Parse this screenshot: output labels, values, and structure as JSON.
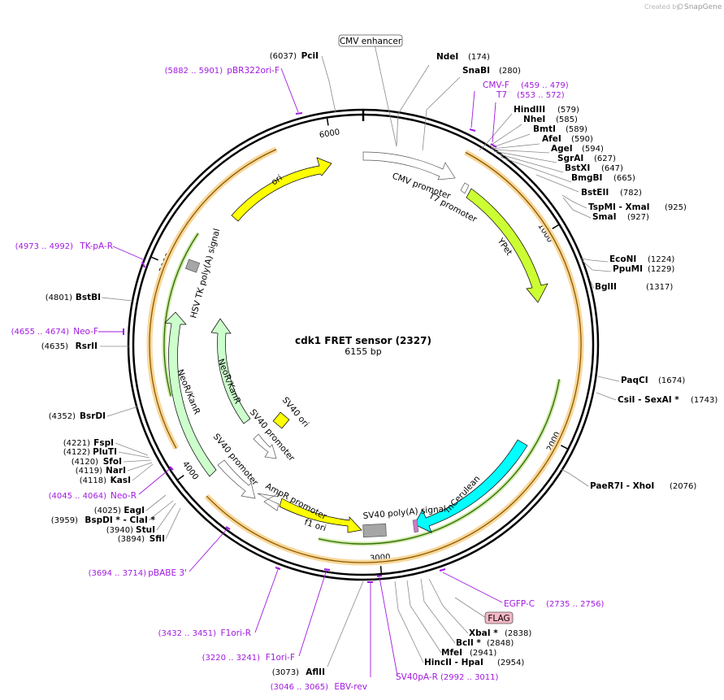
{
  "watermark": {
    "text": "Created by",
    "brand": "SnapGene"
  },
  "plasmid": {
    "name": "cdk1 FRET sensor (2327)",
    "length_label": "6155 bp",
    "length": 6155
  },
  "ticks": [
    {
      "bp": 1000,
      "label": "1000"
    },
    {
      "bp": 2000,
      "label": "2000"
    },
    {
      "bp": 3000,
      "label": "3000"
    },
    {
      "bp": 4000,
      "label": "4000"
    },
    {
      "bp": 5000,
      "label": "5000"
    },
    {
      "bp": 6000,
      "label": "6000"
    }
  ],
  "sites_right": [
    {
      "name": "NdeI",
      "pos": "(174)"
    },
    {
      "name": "SnaBI",
      "pos": "(280)"
    },
    {
      "name": "HindIII",
      "pos": "(579)"
    },
    {
      "name": "NheI",
      "pos": "(585)"
    },
    {
      "name": "BmtI",
      "pos": "(589)"
    },
    {
      "name": "AfeI",
      "pos": "(590)"
    },
    {
      "name": "AgeI",
      "pos": "(594)"
    },
    {
      "name": "SgrAI",
      "pos": "(627)"
    },
    {
      "name": "BstXI",
      "pos": "(647)"
    },
    {
      "name": "BmgBI",
      "pos": "(665)"
    },
    {
      "name": "BstEII",
      "pos": "(782)"
    },
    {
      "name": "TspMI  - XmaI",
      "pos": "(925)"
    },
    {
      "name": "SmaI",
      "pos": "(927)"
    },
    {
      "name": "EcoNI",
      "pos": "(1224)"
    },
    {
      "name": "PpuMI",
      "pos": "(1229)"
    },
    {
      "name": "BglII",
      "pos": "(1317)"
    },
    {
      "name": "PaqCI",
      "pos": "(1674)"
    },
    {
      "name": "CsiI  - SexAI *",
      "pos": "(1743)"
    },
    {
      "name": "PaeR7I  - XhoI",
      "pos": "(2076)"
    },
    {
      "name": "XbaI *",
      "pos": "(2838)"
    },
    {
      "name": "BclI *",
      "pos": "(2848)"
    },
    {
      "name": "MfeI",
      "pos": "(2941)"
    },
    {
      "name": "HincII  - HpaI",
      "pos": "(2954)"
    }
  ],
  "sites_left": [
    {
      "name": "PciI",
      "pos": "(6037)"
    },
    {
      "name": "BstBI",
      "pos": "(4801)"
    },
    {
      "name": "RsrII",
      "pos": "(4635)"
    },
    {
      "name": "BsrDI",
      "pos": "(4352)"
    },
    {
      "name": "FspI",
      "pos": "(4221)"
    },
    {
      "name": "PluTI",
      "pos": "(4122)"
    },
    {
      "name": "SfoI",
      "pos": "(4120)"
    },
    {
      "name": "NarI",
      "pos": "(4119)"
    },
    {
      "name": "KasI",
      "pos": "(4118)"
    },
    {
      "name": "EagI",
      "pos": "(4025)"
    },
    {
      "name": "BspDI *  - ClaI *",
      "pos": "(3959)"
    },
    {
      "name": "StuI",
      "pos": "(3940)"
    },
    {
      "name": "SfiI",
      "pos": "(3894)"
    },
    {
      "name": "AflII",
      "pos": "(3073)"
    }
  ],
  "primers": [
    {
      "name": "CMV-F",
      "range": "(459 .. 479)"
    },
    {
      "name": "T7",
      "range": "(553 .. 572)"
    },
    {
      "name": "pBR322ori-F",
      "range": "(5882 .. 5901)"
    },
    {
      "name": "TK-pA-R",
      "range": "(4973 .. 4992)"
    },
    {
      "name": "Neo-F",
      "range": "(4655 .. 4674)"
    },
    {
      "name": "Neo-R",
      "range": "(4045 .. 4064)"
    },
    {
      "name": "pBABE 3'",
      "range": "(3694 .. 3714)"
    },
    {
      "name": "F1ori-R",
      "range": "(3432 .. 3451)"
    },
    {
      "name": "F1ori-F",
      "range": "(3220 .. 3241)"
    },
    {
      "name": "EBV-rev",
      "range": "(3046 .. 3065)"
    },
    {
      "name": "SV40pA-R",
      "range": "(2992 .. 3011)"
    },
    {
      "name": "EGFP-C",
      "range": "(2735 .. 2756)"
    }
  ],
  "boxed_features": [
    {
      "name": "CMV enhancer"
    },
    {
      "name": "FLAG"
    }
  ],
  "features": [
    {
      "name": "ori",
      "color": "#ffff00"
    },
    {
      "name": "CMV promoter",
      "color": "#ffffff"
    },
    {
      "name": "T7 promoter",
      "color": "#ffffff"
    },
    {
      "name": "YPet",
      "color": "#ccff33"
    },
    {
      "name": "mCerulean",
      "color": "#00ffff"
    },
    {
      "name": "SV40 poly(A) signal",
      "color": "#a6a6a6"
    },
    {
      "name": "f1 ori",
      "color": "#ffff00"
    },
    {
      "name": "AmpR promoter",
      "color": "#ffffff"
    },
    {
      "name": "SV40 promoter",
      "color": "#ffffff"
    },
    {
      "name": "SV40 promoter",
      "color": "#ffffff"
    },
    {
      "name": "SV40 ori",
      "color": "#ffff00"
    },
    {
      "name": "NeoR/KanR",
      "color": "#ccffcc"
    },
    {
      "name": "NeoR/KanR",
      "color": "#ccffcc"
    },
    {
      "name": "HSV TK poly(A) signal",
      "color": "#a6a6a6"
    }
  ],
  "colors": {
    "primer": "#a11ae0",
    "orf_orange": "#f5b041",
    "orf_green": "#2e8b2e",
    "backbone": "#000000"
  }
}
